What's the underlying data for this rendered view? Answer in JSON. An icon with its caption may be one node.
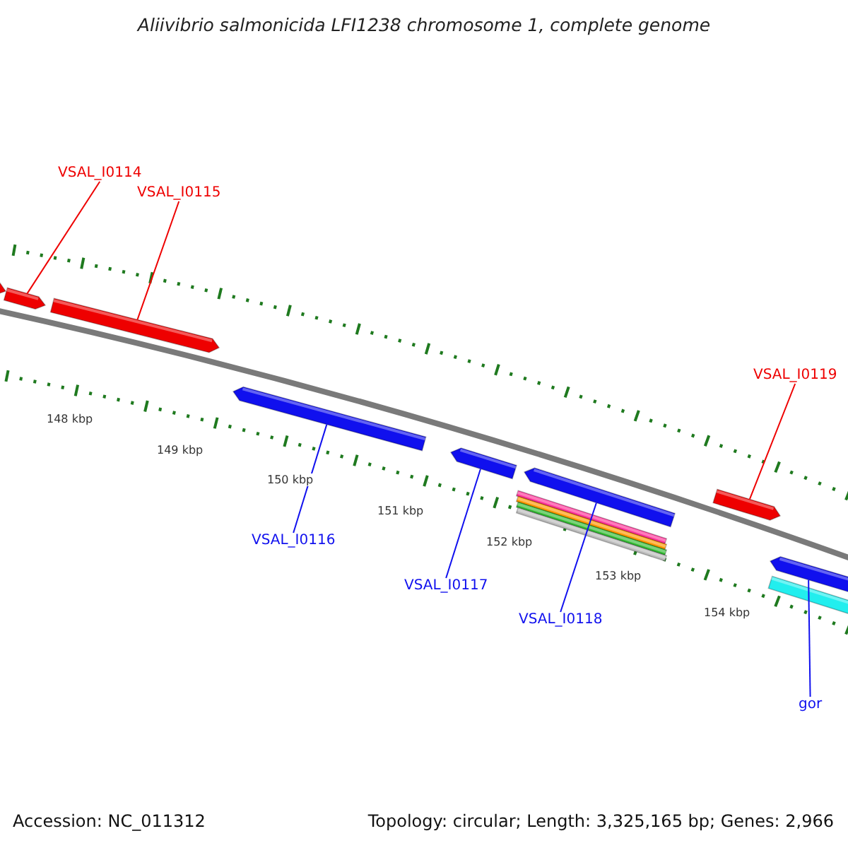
{
  "diagram": {
    "title": "Aliivibrio salmonicida LFI1238 chromosome 1, complete genome",
    "nodes": [
      {
        "text": [
          "VSAL_I0114"
        ]
      },
      {
        "text": [
          "VSAL_I0115"
        ]
      },
      {
        "text": [
          "VSAL_I0116"
        ]
      },
      {
        "text": [
          "VSAL_I0117"
        ]
      },
      {
        "text": [
          "VSAL_I0118"
        ]
      },
      {
        "text": [
          "VSAL_I0119"
        ]
      },
      {
        "text": [
          "gor"
        ]
      },
      {
        "text": [],
        "shape": "bar"
      },
      {
        "text": [],
        "shape": "bar"
      },
      {
        "text": [],
        "shape": "bar"
      },
      {
        "text": [],
        "shape": "bar"
      },
      {
        "text": [],
        "shape": "bar"
      },
      {
        "text": [],
        "shape": "bar"
      },
      {
        "text": [],
        "shape": "bar"
      }
    ],
    "edges": [
      {
        "from": 0,
        "to": 7,
        "arrow": "none",
        "color": "#ee0000"
      },
      {
        "from": 1,
        "to": 8,
        "arrow": "none",
        "color": "#ee0000"
      },
      {
        "from": 2,
        "to": 9,
        "arrow": "none"
      },
      {
        "from": 3,
        "to": 10,
        "arrow": "none"
      },
      {
        "from": 4,
        "to": 11,
        "arrow": "none"
      },
      {
        "from": 5,
        "to": 12,
        "arrow": "none",
        "color": "#ee0000"
      },
      {
        "from": 6,
        "to": 13,
        "arrow": "none"
      }
    ],
    "labels": [
      "148 kbp",
      "149 kbp",
      "150 kbp",
      "151 kbp",
      "152 kbp",
      "153 kbp",
      "154 kbp",
      "Accession: NC_011312",
      "Topology: circular; Length: 3,325,165 bp; Genes: 2,966"
    ]
  }
}
